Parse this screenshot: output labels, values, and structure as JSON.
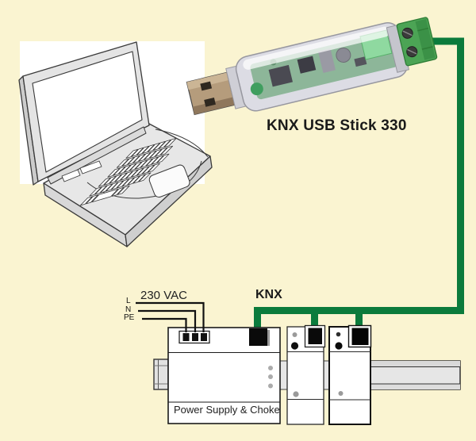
{
  "diagram": {
    "usb_stick_title": "KNX USB Stick 330",
    "bus_label": "KNX",
    "mains_label": "230 VAC",
    "wire_labels": {
      "l": "L",
      "n": "N",
      "pe": "PE"
    },
    "power_supply_label": "Power Supply & Choke"
  },
  "colors": {
    "background": "#FAF4D1",
    "cable_green": "#0B7B3C",
    "terminal_green": "#4CA455",
    "connector_black": "#0A0A0A",
    "rail_gray": "#E6E6E6",
    "box_white": "#FFFFFF"
  }
}
